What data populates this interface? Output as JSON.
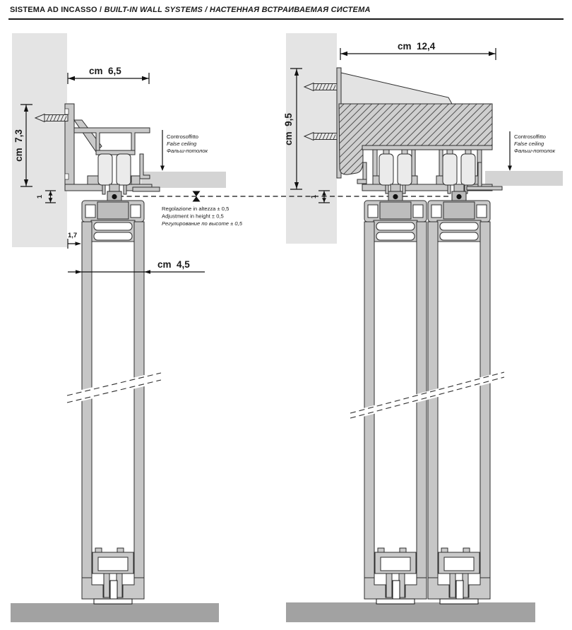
{
  "header": {
    "title_it": "SISTEMA AD INCASSO",
    "sep1": " / ",
    "title_en": "BUILT-IN WALL SYSTEMS",
    "sep2": " / ",
    "title_ru": "НАСТЕННАЯ ВСТРАИВАЕМАЯ СИСТЕМА"
  },
  "left_drawing": {
    "dims": {
      "track_width": "cm  6,5",
      "track_height": "cm  7,3",
      "gap": "1",
      "wall_offset": "1,7",
      "door_thickness": "cm  4,5"
    },
    "ceiling_note": {
      "it": "Controsoffitto",
      "en": "False ceiling",
      "ru": "Фальш-потолок"
    },
    "adjustment_note": {
      "it": "Regolazione in altezza ± 0,5",
      "en": "Adjustment in height ± 0,5",
      "ru": "Регулирование по высоте ± 0,5"
    }
  },
  "right_drawing": {
    "dims": {
      "track_width": "cm  12,4",
      "track_height": "cm  9,5",
      "gap": "1"
    },
    "ceiling_note": {
      "it": "Controsoffitto",
      "en": "False ceiling",
      "ru": "Фальш-потолок"
    }
  },
  "colors": {
    "line": "#2e2e2e",
    "wall": "#e4e4e4",
    "ceiling_slab": "#d4d4d4",
    "floor": "#a2a2a2",
    "aluminum": "#c9c9c9",
    "aluminum_dark": "#b8b8b8",
    "wheel": "#ebebeb",
    "hatch_background": "#d0d0d0",
    "text": "#1a1a1a"
  }
}
